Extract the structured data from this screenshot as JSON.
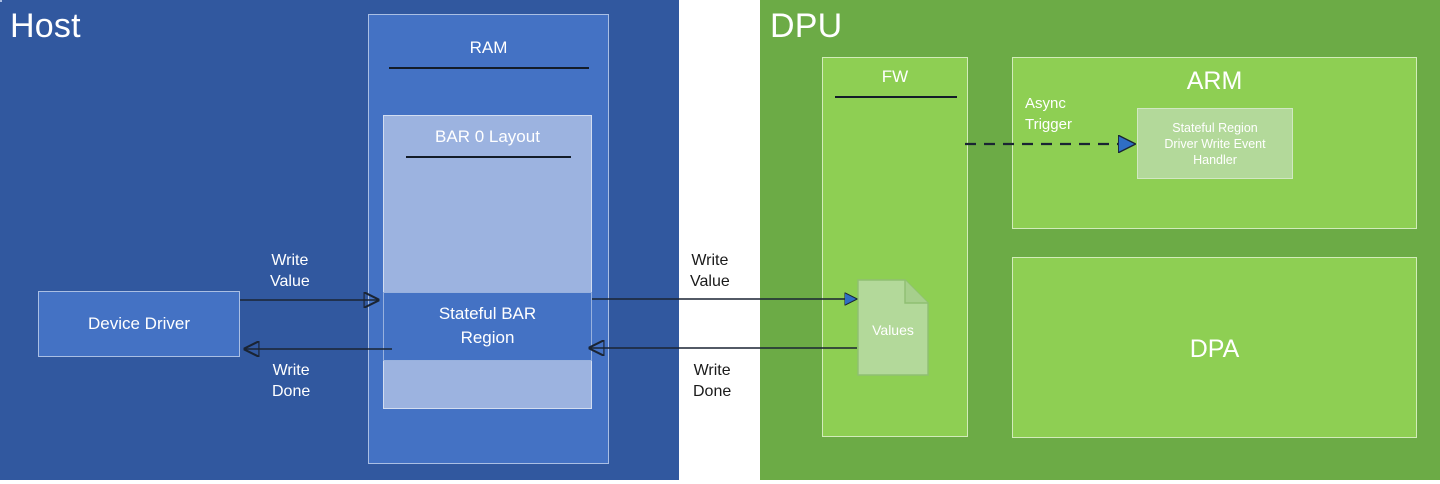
{
  "diagram": {
    "title_host": "Host",
    "title_dpu": "DPU",
    "host": {
      "ram": {
        "title": "RAM"
      },
      "bar0": {
        "title": "BAR 0 Layout"
      },
      "stateful_bar_region": {
        "label_line1": "Stateful BAR",
        "label_line2": "Region"
      },
      "device_driver": {
        "label": "Device Driver"
      },
      "arrows": {
        "write_value_line1": "Write",
        "write_value_line2": "Value",
        "write_done_line1": "Write",
        "write_done_line2": "Done"
      }
    },
    "middle_arrows": {
      "write_value_line1": "Write",
      "write_value_line2": "Value",
      "write_done_line1": "Write",
      "write_done_line2": "Done"
    },
    "dpu": {
      "fw": {
        "title": "FW",
        "document_label": "Values"
      },
      "arm": {
        "title": "ARM",
        "handler_line1": "Stateful Region",
        "handler_line2": "Driver Write Event",
        "handler_line3": "Handler"
      },
      "dpa": {
        "label": "DPA"
      },
      "async_trigger": {
        "line1": "Async",
        "line2": "Trigger"
      }
    },
    "colors": {
      "host_panel": "#31589f",
      "dpu_panel": "#6cab46",
      "host_box": "#4472c4",
      "host_box_light": "#9cb3e0",
      "dpu_box": "#8ecf53",
      "dpu_box_light": "#b3d99a",
      "arrow_stroke": "#1a2433",
      "async_arrow_head": "#2f6ec4"
    }
  }
}
